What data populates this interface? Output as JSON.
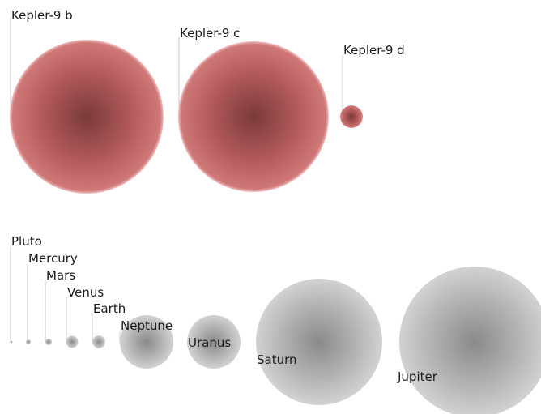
{
  "colors": {
    "exoplanet_center": "#7a3a3a",
    "exoplanet_mid": "#b05858",
    "exoplanet_edge": "#cf7878",
    "exoplanet_rim": "#f0c0c0",
    "solar_center": "#8a8a8a",
    "solar_mid": "#b4b4b4",
    "solar_edge": "#d2d2d2",
    "leader_line": "#c8c8c8",
    "label_text": "#1a1a1a",
    "background": "#ffffff"
  },
  "kepler_system": {
    "planets": [
      {
        "id": "kepler-9-b",
        "label": "Kepler-9 b"
      },
      {
        "id": "kepler-9-c",
        "label": "Kepler-9 c"
      },
      {
        "id": "kepler-9-d",
        "label": "Kepler-9 d"
      }
    ]
  },
  "solar_system": {
    "planets": [
      {
        "id": "pluto",
        "label": "Pluto"
      },
      {
        "id": "mercury",
        "label": "Mercury"
      },
      {
        "id": "mars",
        "label": "Mars"
      },
      {
        "id": "venus",
        "label": "Venus"
      },
      {
        "id": "earth",
        "label": "Earth"
      },
      {
        "id": "neptune",
        "label": "Neptune"
      },
      {
        "id": "uranus",
        "label": "Uranus"
      },
      {
        "id": "saturn",
        "label": "Saturn"
      },
      {
        "id": "jupiter",
        "label": "Jupiter"
      }
    ]
  }
}
